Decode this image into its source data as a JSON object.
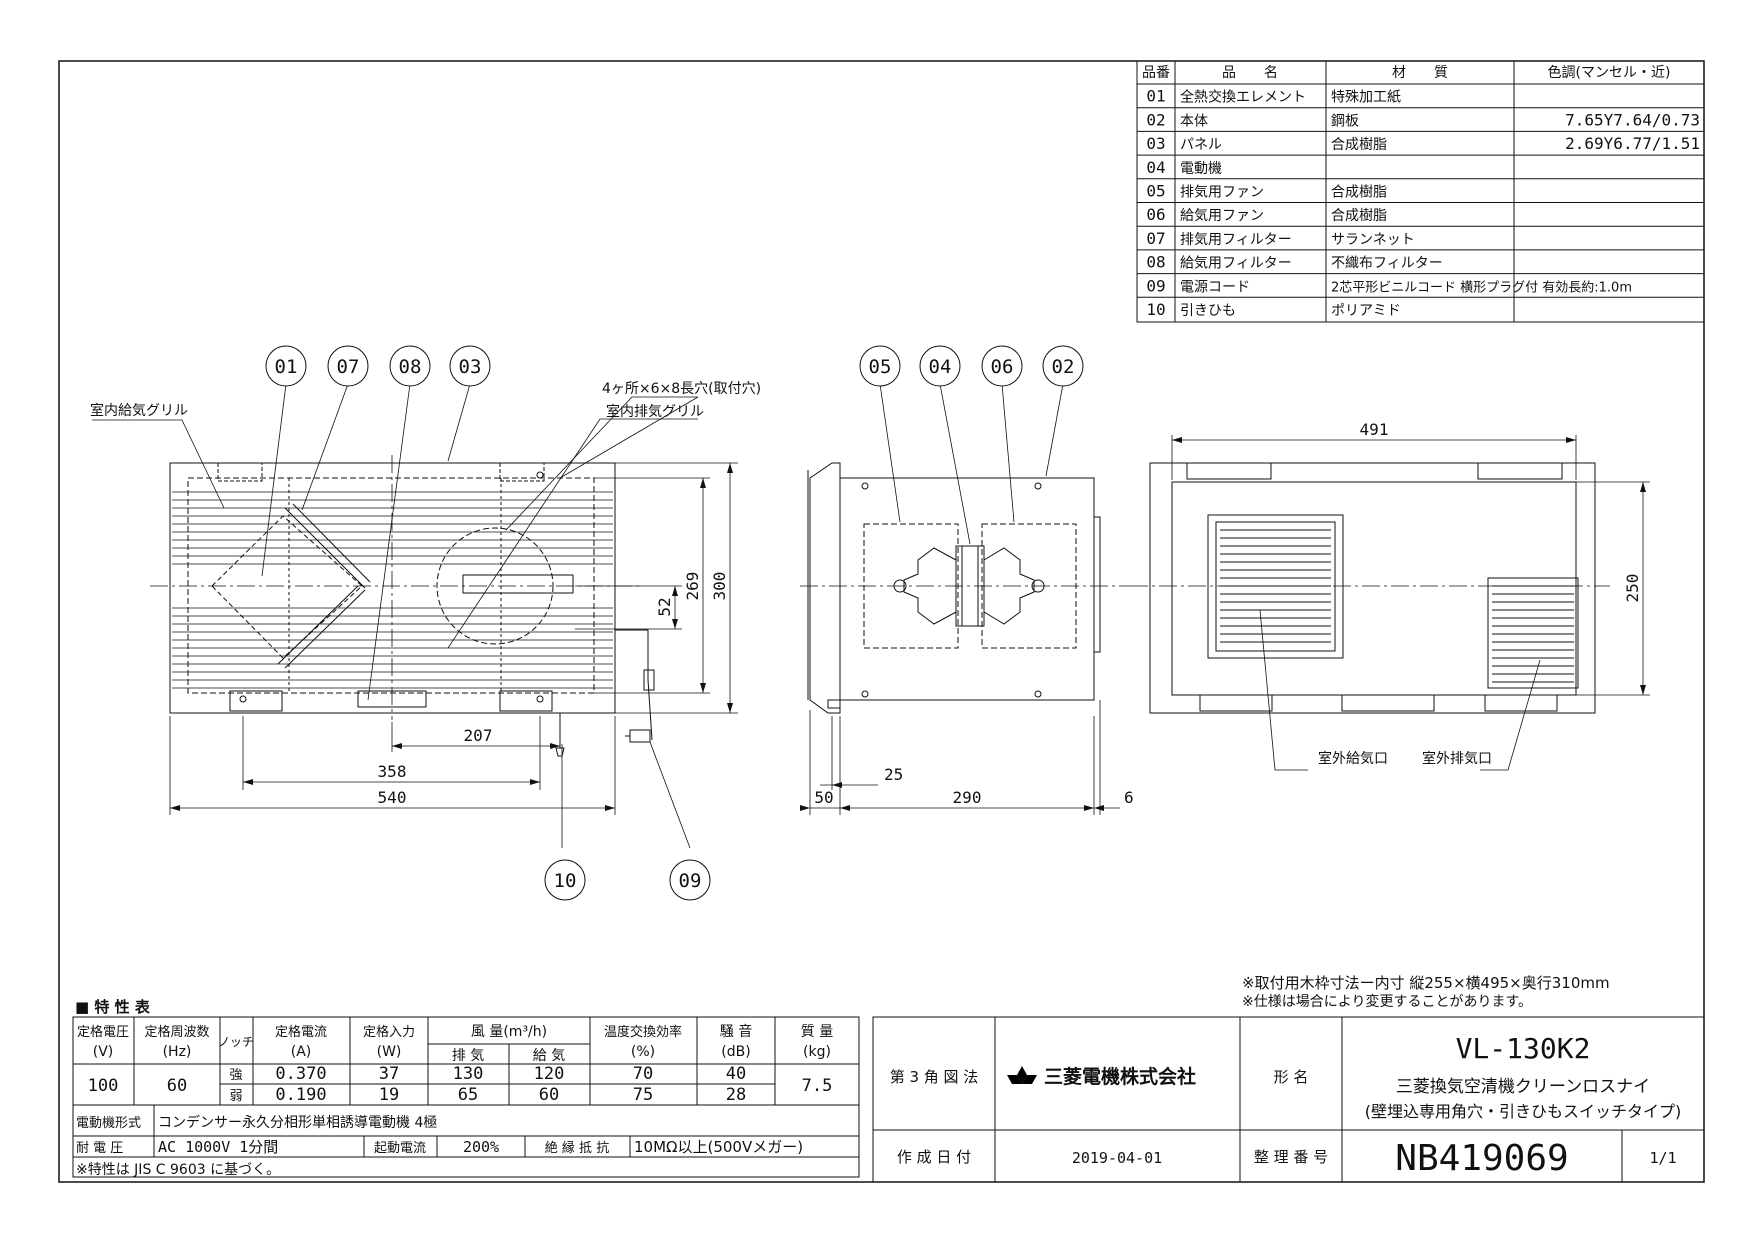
{
  "parts_table": {
    "headers": [
      "品番",
      "品　　名",
      "材　　質",
      "色調(マンセル・近)"
    ],
    "rows": [
      [
        "01",
        "全熱交換エレメント",
        "特殊加工紙",
        ""
      ],
      [
        "02",
        "本体",
        "鋼板",
        "7.65Y7.64/0.73"
      ],
      [
        "03",
        "パネル",
        "合成樹脂",
        "2.69Y6.77/1.51"
      ],
      [
        "04",
        "電動機",
        "",
        ""
      ],
      [
        "05",
        "排気用ファン",
        "合成樹脂",
        ""
      ],
      [
        "06",
        "給気用ファン",
        "合成樹脂",
        ""
      ],
      [
        "07",
        "排気用フィルター",
        "サランネット",
        ""
      ],
      [
        "08",
        "給気用フィルター",
        "不織布フィルター",
        ""
      ],
      [
        "09",
        "電源コード",
        "2芯平形ビニルコード 横形プラグ付 有効長約:1.0m",
        ""
      ],
      [
        "10",
        "引きひも",
        "ポリアミド",
        ""
      ]
    ]
  },
  "callouts": {
    "front": [
      "01",
      "07",
      "08",
      "03"
    ],
    "side": [
      "05",
      "04",
      "06",
      "02"
    ],
    "bottom": [
      "10",
      "09"
    ]
  },
  "labels": {
    "indoor_supply_grille": "室内給気グリル",
    "indoor_exhaust_grille": "室内排気グリル",
    "mount_holes": "4ヶ所×6×8長穴(取付穴)",
    "outdoor_supply": "室外給気口",
    "outdoor_exhaust": "室外排気口"
  },
  "dimensions": {
    "front_width": "540",
    "front_358": "358",
    "front_207": "207",
    "front_52": "52",
    "front_269": "269",
    "front_300": "300",
    "side_25": "25",
    "side_50": "50",
    "side_290": "290",
    "side_6": "6",
    "back_491": "491",
    "back_250": "250"
  },
  "notes": [
    "※取付用木枠寸法ー内寸 縦255×横495×奥行310mm",
    "※仕様は場合により変更することがあります。"
  ],
  "spec": {
    "title": "■ 特 性 表",
    "h_voltage": "定格電圧",
    "h_voltage_unit": "(V)",
    "h_freq": "定格周波数",
    "h_freq_unit": "(Hz)",
    "h_notch": "ノッチ",
    "h_current": "定格電流",
    "h_current_unit": "(A)",
    "h_input": "定格入力",
    "h_input_unit": "(W)",
    "h_airflow": "風 量(m³/h)",
    "h_exhaust": "排 気",
    "h_supply": "給 気",
    "h_efficiency": "温度交換効率",
    "h_efficiency_unit": "(%)",
    "h_noise": "騒 音",
    "h_noise_unit": "(dB)",
    "h_mass": "質 量",
    "h_mass_unit": "(kg)",
    "voltage": "100",
    "freq": "60",
    "mass": "7.5",
    "rows": [
      {
        "notch": "強",
        "current": "0.370",
        "input": "37",
        "exhaust": "130",
        "supply": "120",
        "efficiency": "70",
        "noise": "40"
      },
      {
        "notch": "弱",
        "current": "0.190",
        "input": "19",
        "exhaust": "65",
        "supply": "60",
        "efficiency": "75",
        "noise": "28"
      }
    ],
    "motor_label": "電動機形式",
    "motor_value": "コンデンサー永久分相形単相誘導電動機 4極",
    "withstand_label": "耐 電 圧",
    "withstand_value": "AC 1000V 1分間",
    "start_current_label": "起動電流",
    "start_current_value": "200%",
    "insulation_label": "絶 縁 抵 抗",
    "insulation_value": "10MΩ以上(500Vメガー)",
    "footnote": "※特性は JIS C 9603 に基づく。"
  },
  "title_block": {
    "projection": "第 3 角 図 法",
    "company": "三菱電機株式会社",
    "model_label": "形 名",
    "model": "VL-130K2",
    "name_line1": "三菱換気空清機クリーンロスナイ",
    "name_line2": "(壁埋込専用角穴・引きひもスイッチタイプ)",
    "date_label": "作 成 日 付",
    "date": "2019-04-01",
    "doc_label": "整 理 番 号",
    "doc_number": "NB419069",
    "page": "1/1"
  },
  "colors": {
    "line": "#111111",
    "logo": "#000000"
  }
}
